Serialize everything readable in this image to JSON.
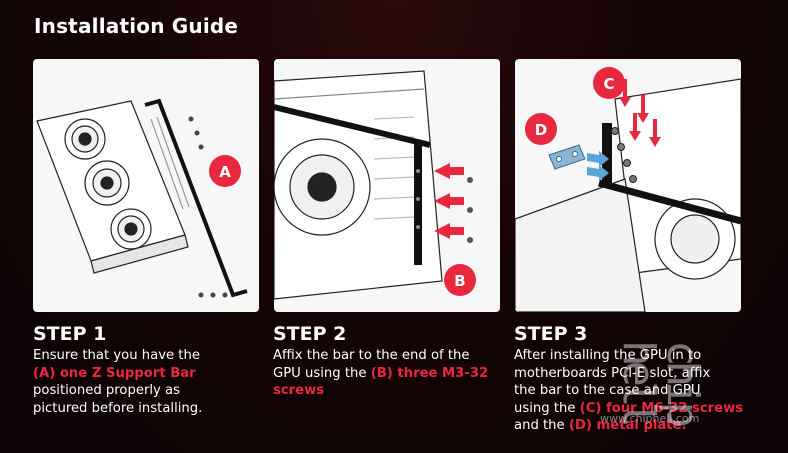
{
  "title": "Installation Guide",
  "badges": {
    "a": "A",
    "b": "B",
    "c": "C",
    "d": "D"
  },
  "steps": [
    {
      "heading": "STEP 1",
      "t1": "Ensure that you have the",
      "h1": "(A) one Z Support Bar",
      "t2": "positioned properly as",
      "t3": "pictured before installing."
    },
    {
      "heading": "STEP 2",
      "t1": "Affix the bar to the end of the",
      "t2": "GPU using the",
      "h1": "(B) three M3-32",
      "h2": "screws"
    },
    {
      "heading": "STEP 3",
      "t1": "After installing the GPU in to",
      "t2": "motherboards PCI-E slot, affix",
      "t3": "the bar to the case and GPU",
      "t4": "using the",
      "h1": "(C) four M6-32 screws",
      "t5": "and the",
      "h2": "(D) metal plate."
    }
  ],
  "watermark": {
    "brand": "chip hell",
    "url": "www.chiphell.com"
  },
  "colors": {
    "accent": "#e8283f",
    "background": "#150405",
    "plate": "#8ab4d6"
  }
}
